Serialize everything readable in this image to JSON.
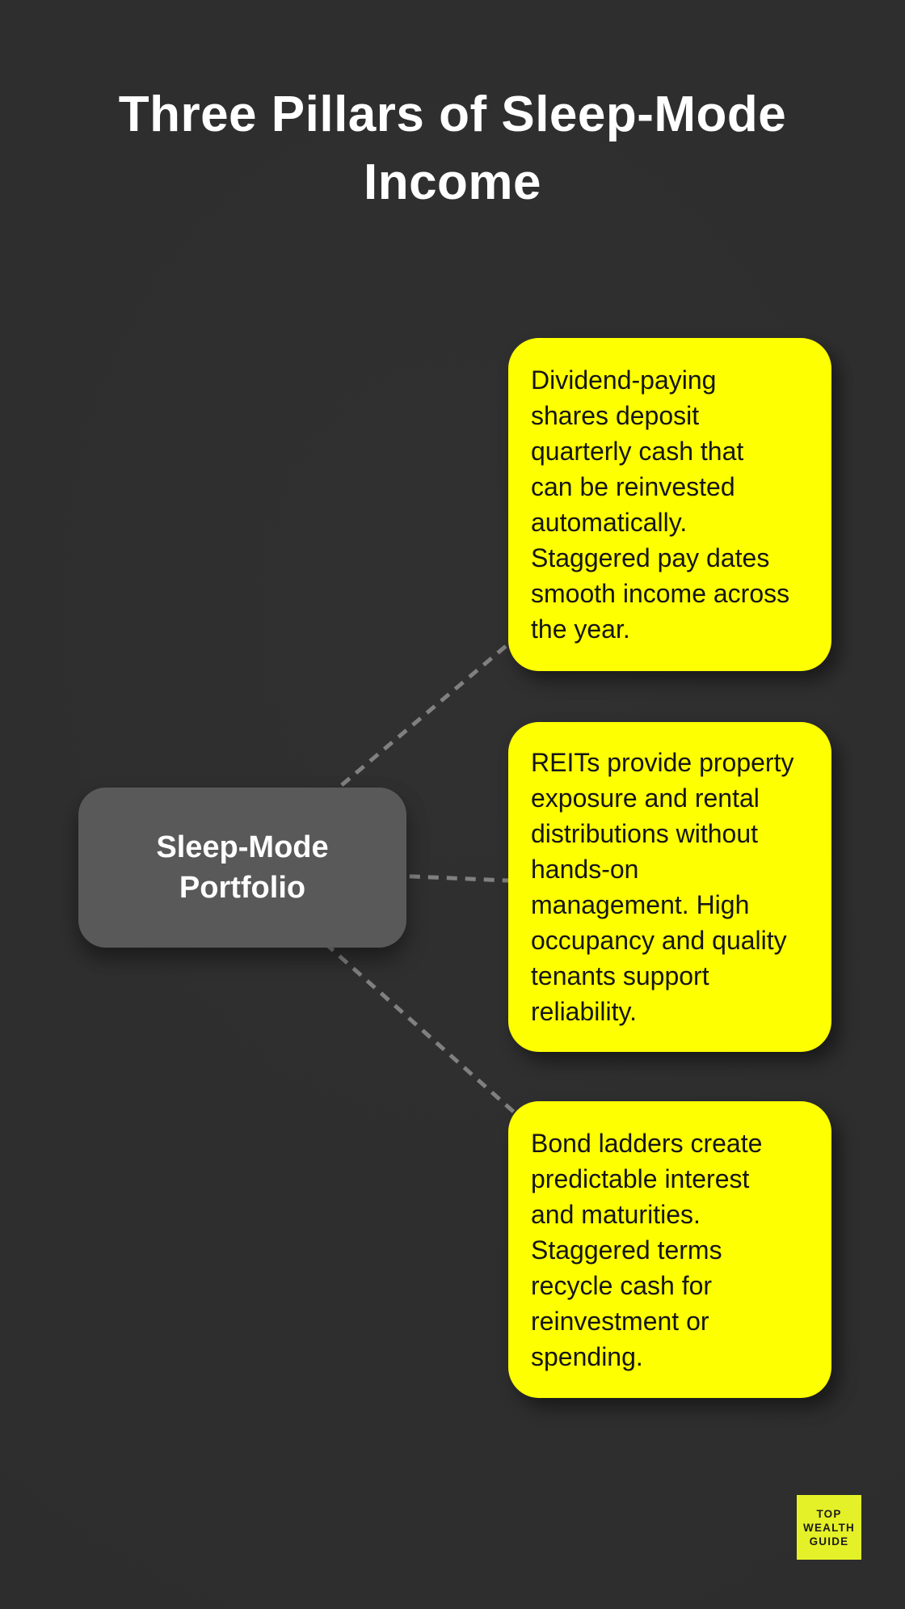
{
  "canvas": {
    "background_color": "#2e2e2e"
  },
  "title": {
    "text": "Three Pillars of Sleep-Mode\nIncome",
    "text_color": "#ffffff"
  },
  "center_node": {
    "label": "Sleep-Mode\nPortfolio",
    "fill": "#595959",
    "text_color": "#ffffff"
  },
  "notes": [
    "Dividend-paying\nshares deposit\nquarterly cash that\ncan be reinvested\nautomatically.\nStaggered pay dates\nsmooth income across\nthe year.",
    "REITs provide property\nexposure and rental\ndistributions without\nhands-on\nmanagement. High\noccupancy and quality\ntenants support\nreliability.",
    "Bond ladders create\npredictable interest\nand maturities.\nStaggered terms\nrecycle cash for\nreinvestment or\nspending."
  ],
  "note_style": {
    "fill": "#feff00",
    "text_color": "#151515"
  },
  "connectors": {
    "color": "#858585",
    "style": "dashed"
  },
  "badge": {
    "lines": [
      "TOP",
      "WEALTH",
      "GUIDE"
    ],
    "fill": "#e5f128",
    "text_color": "#1c1c1c"
  }
}
